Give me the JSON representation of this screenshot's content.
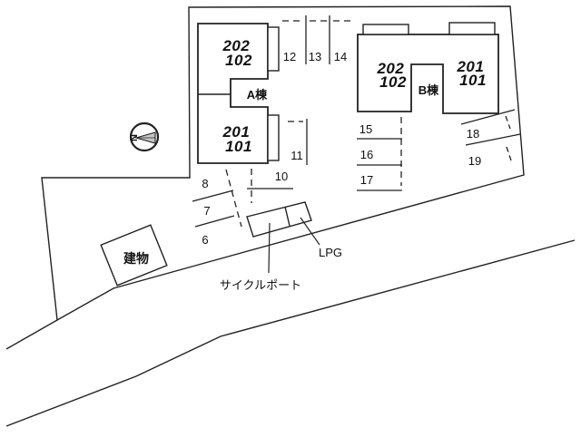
{
  "site_plan": {
    "building_a": {
      "name": "A棟",
      "unit_upper": {
        "line1": "202",
        "line2": "102"
      },
      "unit_lower": {
        "line1": "201",
        "line2": "101"
      }
    },
    "building_b": {
      "name": "B棟",
      "unit_left": {
        "line1": "202",
        "line2": "102"
      },
      "unit_right": {
        "line1": "201",
        "line2": "101"
      }
    },
    "neighbor_building_label": "建物",
    "cycle_port_label": "サイクルポート",
    "lpg_label": "LPG",
    "compass_label": "N",
    "parking_spaces": [
      "6",
      "7",
      "8",
      "10",
      "11",
      "12",
      "13",
      "14",
      "15",
      "16",
      "17",
      "18",
      "19"
    ]
  },
  "colors": {
    "line": "#222222",
    "background": "#ffffff",
    "compass_fill": "#c6c6c6"
  }
}
